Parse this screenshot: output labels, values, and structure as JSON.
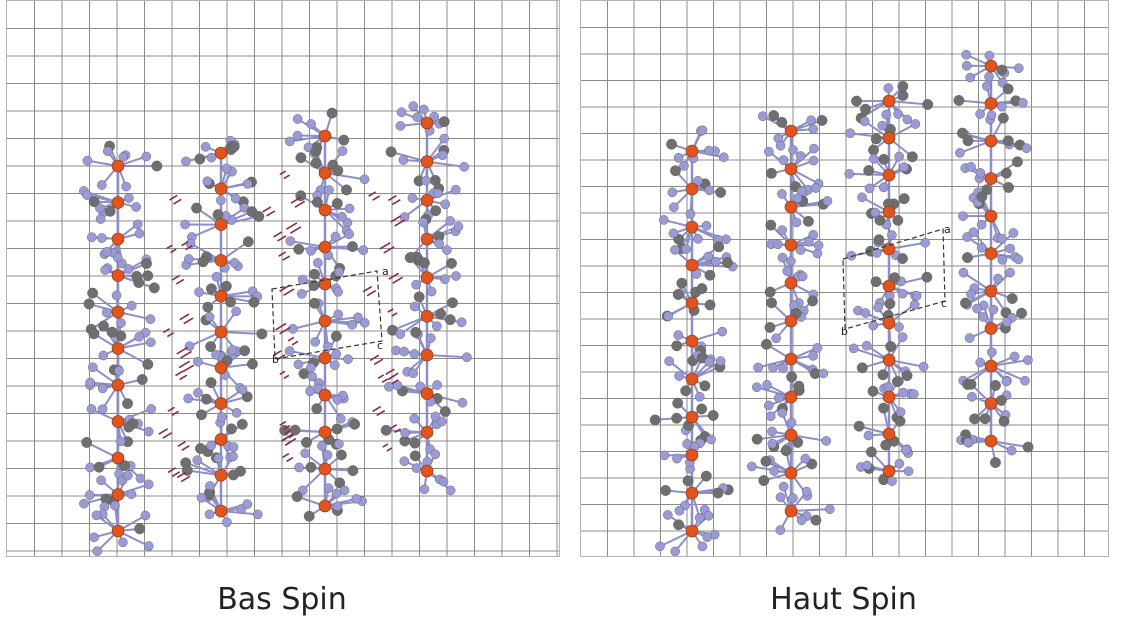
{
  "figure": {
    "panels": [
      {
        "id": "low-spin",
        "caption": "Bas Spin",
        "cell_axis_labels": [
          "a",
          "b",
          "c"
        ]
      },
      {
        "id": "high-spin",
        "caption": "Haut Spin",
        "cell_axis_labels": [
          "a",
          "b",
          "c"
        ]
      }
    ]
  },
  "colors": {
    "grid": "#8c8c8c",
    "iron": "#e0551e",
    "carbon": "#6f6f6f",
    "nitrogen": "#9a9bd6",
    "bond": "#8d8fc6",
    "solvent": "#8a2a4a",
    "cell": "#333333"
  }
}
